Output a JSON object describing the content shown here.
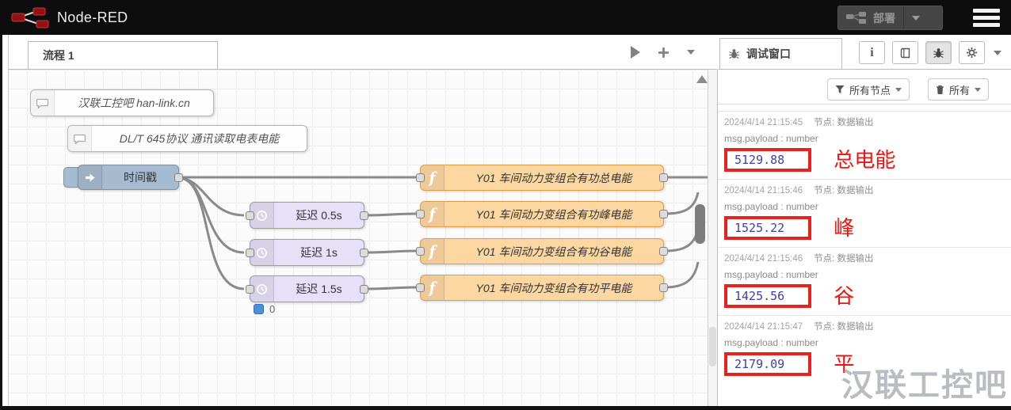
{
  "header": {
    "title": "Node-RED",
    "deploy_label": "部署"
  },
  "workspace": {
    "tab_label": "流程 1"
  },
  "canvas": {
    "comments": [
      {
        "label": "汉联工控吧 han-link.cn"
      },
      {
        "label": "DL/T 645协议 通讯读取电表电能"
      }
    ],
    "inject": {
      "label": "时间戳"
    },
    "delays": [
      {
        "label": "延迟 0.5s"
      },
      {
        "label": "延迟 1s"
      },
      {
        "label": "延迟 1.5s"
      }
    ],
    "functions": [
      {
        "label": "Y01 车间动力变组合有功总电能"
      },
      {
        "label": "Y01 车间动力变组合有功峰电能"
      },
      {
        "label": "Y01 车间动力变组合有功谷电能"
      },
      {
        "label": "Y01 车间动力变组合有功平电能"
      }
    ],
    "status": {
      "count": "0"
    }
  },
  "sidebar": {
    "title": "调试窗口",
    "filter_nodes_label": "所有节点",
    "filter_all_label": "所有",
    "messages": [
      {
        "time": "2024/4/14 21:15:45",
        "node": "节点: 数据输出",
        "payload": "msg.payload : number",
        "value": "5129.88",
        "annotation": "总电能"
      },
      {
        "time": "2024/4/14 21:15:46",
        "node": "节点: 数据输出",
        "payload": "msg.payload : number",
        "value": "1525.22",
        "annotation": "峰"
      },
      {
        "time": "2024/4/14 21:15:46",
        "node": "节点: 数据输出",
        "payload": "msg.payload : number",
        "value": "1425.56",
        "annotation": "谷"
      },
      {
        "time": "2024/4/14 21:15:47",
        "node": "节点: 数据输出",
        "payload": "msg.payload : number",
        "value": "2179.09",
        "annotation": "平"
      }
    ],
    "watermark": "汉联工控吧"
  },
  "icons": {
    "info_glyph": "i",
    "function_glyph": "f"
  },
  "colors": {
    "header_bg": "#0d0d0d",
    "inject_node": "#a6bbcf",
    "delay_node": "#e6e0f8",
    "function_node": "#fcd7a2",
    "annotation_red": "#ee1511",
    "value_blue": "#4040a0",
    "status_blue": "#4a90d9",
    "wire_gray": "#8a8a8a"
  }
}
